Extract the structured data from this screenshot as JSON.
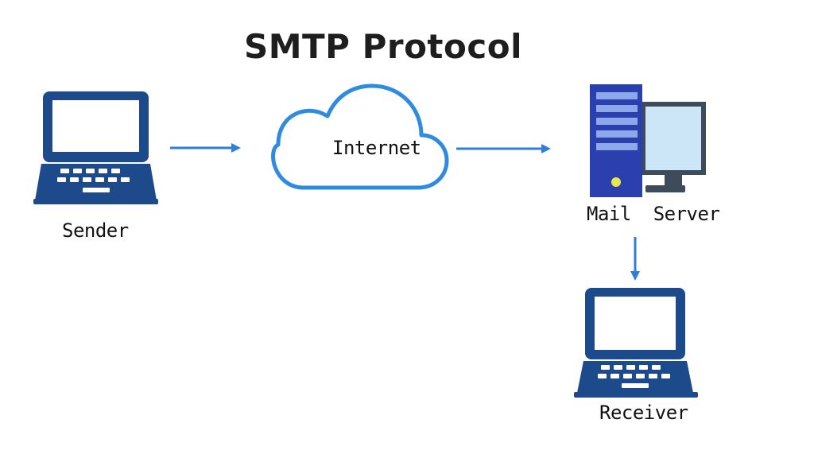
{
  "title": "SMTP Protocol",
  "nodes": {
    "sender": {
      "label": "Sender",
      "icon": "laptop-icon"
    },
    "internet": {
      "label": "Internet",
      "icon": "cloud-icon"
    },
    "mail_server": {
      "label": "Mail  Server",
      "icon": "server-icon"
    },
    "receiver": {
      "label": "Receiver",
      "icon": "laptop-icon"
    }
  },
  "colors": {
    "device": "#1c4a8a",
    "device_screen": "#ffffff",
    "cloud_stroke": "#2f8be0",
    "arrow": "#2f7fd8",
    "server_tower": "#2c3fae",
    "server_slot": "#8fa8ea",
    "server_led": "#e8e84a",
    "monitor_frame": "#3d4b5a",
    "monitor_screen": "#cde6f7"
  }
}
